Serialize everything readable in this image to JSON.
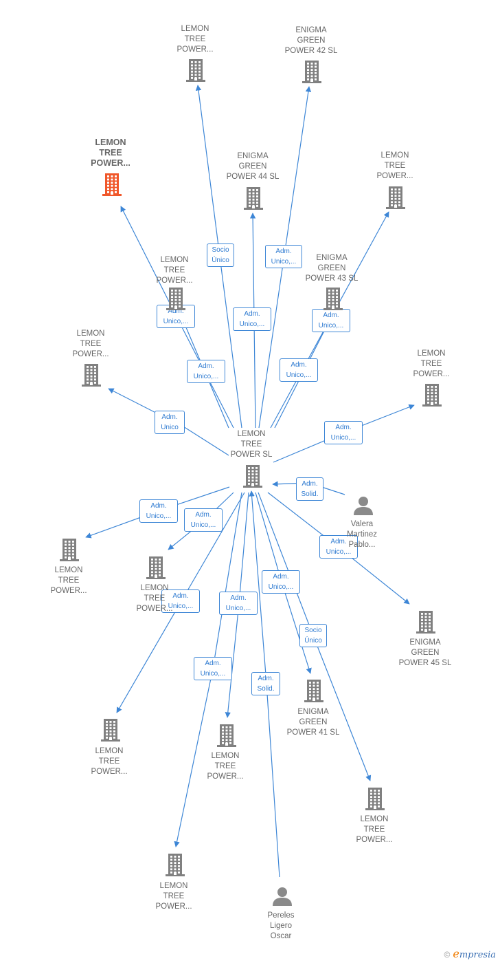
{
  "colors": {
    "edge": "#3d86d6",
    "building": "#808080",
    "building_highlight": "#f0572a",
    "person": "#8a8a8a",
    "label": "#666666"
  },
  "center": {
    "id": "center",
    "label": "LEMON\nTREE\nPOWER  SL"
  },
  "nodes": [
    {
      "id": "n1",
      "type": "company",
      "label": "LEMON\nTREE\nPOWER..."
    },
    {
      "id": "n2",
      "type": "company",
      "label": "ENIGMA\nGREEN\nPOWER 42  SL"
    },
    {
      "id": "n3",
      "type": "company",
      "label": "LEMON\nTREE\nPOWER...",
      "highlight": true
    },
    {
      "id": "n4",
      "type": "company",
      "label": "ENIGMA\nGREEN\nPOWER 44  SL"
    },
    {
      "id": "n5",
      "type": "company",
      "label": "LEMON\nTREE\nPOWER..."
    },
    {
      "id": "n6",
      "type": "company",
      "label": "LEMON\nTREE\nPOWER..."
    },
    {
      "id": "n7",
      "type": "company",
      "label": "ENIGMA\nGREEN\nPOWER 43  SL"
    },
    {
      "id": "n8",
      "type": "company",
      "label": "LEMON\nTREE\nPOWER..."
    },
    {
      "id": "n9",
      "type": "company",
      "label": "LEMON\nTREE\nPOWER..."
    },
    {
      "id": "n10",
      "type": "person",
      "label": "Valera\nMartinez\nPablo..."
    },
    {
      "id": "n11",
      "type": "company",
      "label": "LEMON\nTREE\nPOWER..."
    },
    {
      "id": "n12",
      "type": "company",
      "label": "LEMON\nTREE\nPOWER..."
    },
    {
      "id": "n13",
      "type": "company",
      "label": "ENIGMA\nGREEN\nPOWER 45  SL"
    },
    {
      "id": "n14",
      "type": "company",
      "label": "ENIGMA\nGREEN\nPOWER 41  SL"
    },
    {
      "id": "n15",
      "type": "company",
      "label": "LEMON\nTREE\nPOWER..."
    },
    {
      "id": "n16",
      "type": "company",
      "label": "LEMON\nTREE\nPOWER..."
    },
    {
      "id": "n17",
      "type": "company",
      "label": "LEMON\nTREE\nPOWER..."
    },
    {
      "id": "n18",
      "type": "company",
      "label": "LEMON\nTREE\nPOWER..."
    },
    {
      "id": "n19",
      "type": "person",
      "label": "Pereles\nLigero\nOscar"
    }
  ],
  "edges": [
    {
      "from": "center",
      "to": "n1",
      "label": "Socio\nÚnico"
    },
    {
      "from": "center",
      "to": "n2",
      "label": "Adm.\nUnico,..."
    },
    {
      "from": "center",
      "to": "n3",
      "label": "Adm.\nUnico,..."
    },
    {
      "from": "center",
      "to": "n4",
      "label": "Adm.\nUnico,..."
    },
    {
      "from": "center",
      "to": "n5",
      "label": "Adm.\nUnico,..."
    },
    {
      "from": "center",
      "to": "n8",
      "label": "Adm.\nUnico,..."
    },
    {
      "from": "center",
      "to": "n7",
      "label": "Adm.\nUnico,..."
    },
    {
      "from": "center",
      "to": "n6",
      "label": "Adm.\nUnico"
    },
    {
      "from": "center",
      "to": "n9",
      "label": "Adm.\nUnico,..."
    },
    {
      "from": "n10",
      "to": "center",
      "label": "Adm.\nSolid."
    },
    {
      "from": "center",
      "to": "n11",
      "label": "Adm.\nUnico,..."
    },
    {
      "from": "center",
      "to": "n12",
      "label": "Adm.\nUnico,..."
    },
    {
      "from": "center",
      "to": "n13",
      "label": "Adm.\nUnico,..."
    },
    {
      "from": "center",
      "to": "n14",
      "label": "Adm.\nUnico,..."
    },
    {
      "from": "center",
      "to": "n15",
      "label": "Adm.\nUnico,..."
    },
    {
      "from": "center",
      "to": "n16",
      "label": "Adm.\nUnico,..."
    },
    {
      "from": "center",
      "to": "n17",
      "label": "Socio\nÚnico"
    },
    {
      "from": "center",
      "to": "n18",
      "label": "Adm.\nUnico,..."
    },
    {
      "from": "n19",
      "to": "center",
      "label": "Adm.\nSolid."
    }
  ],
  "brand": {
    "copyright": "©",
    "first_letter": "e",
    "rest": "mpresia"
  }
}
